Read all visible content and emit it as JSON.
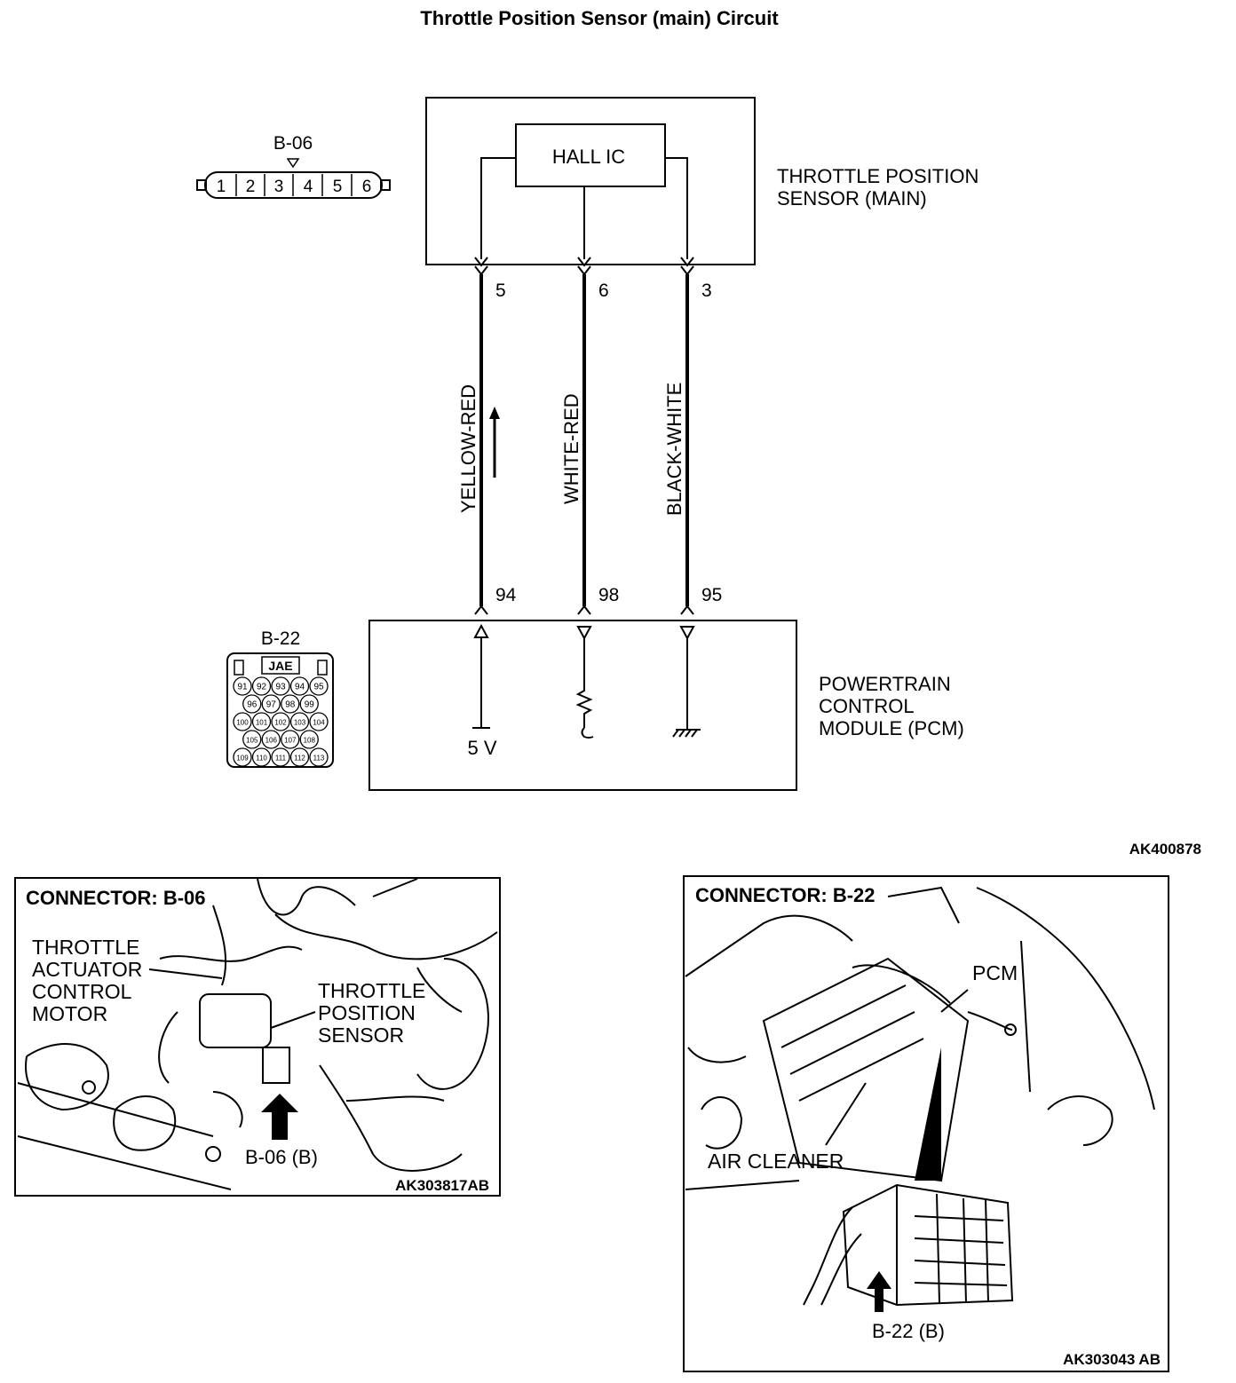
{
  "title": "Throttle Position Sensor (main) Circuit",
  "sensor": {
    "ic_label": "HALL IC",
    "name_line1": "THROTTLE POSITION",
    "name_line2": "SENSOR (MAIN)",
    "connector_label": "B-06",
    "connector_pins": [
      "1",
      "2",
      "3",
      "4",
      "5",
      "6"
    ]
  },
  "wires": [
    {
      "sensor_pin": "5",
      "color": "YELLOW-RED",
      "pcm_pin": "94"
    },
    {
      "sensor_pin": "6",
      "color": "WHITE-RED",
      "pcm_pin": "98"
    },
    {
      "sensor_pin": "3",
      "color": "BLACK-WHITE",
      "pcm_pin": "95"
    }
  ],
  "pcm": {
    "name_line1": "POWERTRAIN",
    "name_line2": "CONTROL",
    "name_line3": "MODULE (PCM)",
    "supply_label": "5 V",
    "connector_label": "B-22",
    "connector_brand": "JAE",
    "connector_rows": [
      [
        "91",
        "92",
        "93",
        "94",
        "95"
      ],
      [
        "96",
        "97",
        "98",
        "99"
      ],
      [
        "100",
        "101",
        "102",
        "103",
        "104"
      ],
      [
        "105",
        "106",
        "107",
        "108"
      ],
      [
        "109",
        "110",
        "111",
        "112",
        "113"
      ]
    ]
  },
  "diagram_code": "AK400878",
  "photo_left": {
    "heading": "CONNECTOR: B-06",
    "callout_motor": [
      "THROTTLE",
      "ACTUATOR",
      "CONTROL",
      "MOTOR"
    ],
    "callout_sensor": [
      "THROTTLE",
      "POSITION",
      "SENSOR"
    ],
    "connector_tag": "B-06 (B)",
    "code": "AK303817AB"
  },
  "photo_right": {
    "heading": "CONNECTOR: B-22",
    "callout_pcm": "PCM",
    "callout_air": "AIR CLEANER",
    "connector_tag": "B-22 (B)",
    "code": "AK303043 AB"
  }
}
